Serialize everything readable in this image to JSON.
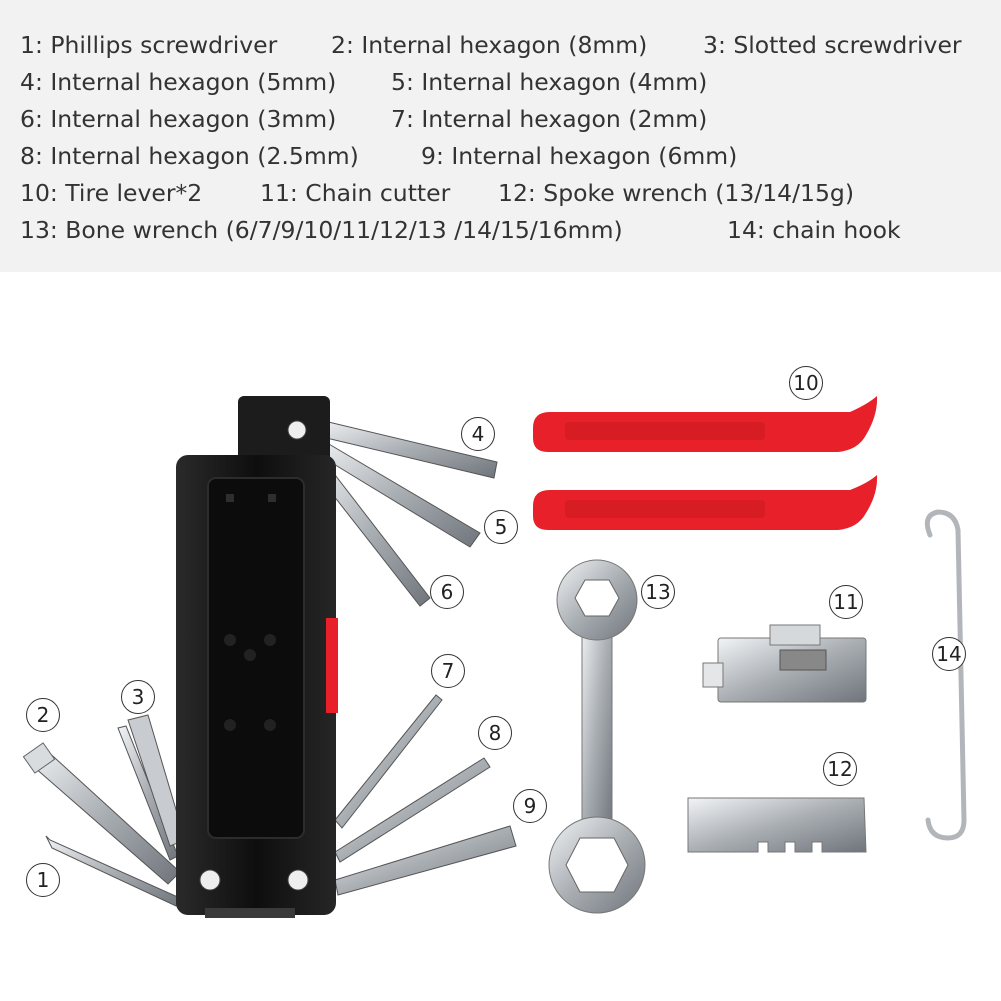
{
  "legend": {
    "rows": [
      [
        "1: Phillips screwdriver",
        "2: Internal hexagon (8mm)",
        "3: Slotted screwdriver"
      ],
      [
        "4: Internal hexagon (5mm)",
        "5: Internal hexagon (4mm)"
      ],
      [
        "6: Internal hexagon (3mm)",
        "7: Internal hexagon (2mm)"
      ],
      [
        "8: Internal hexagon (2.5mm)",
        "9: Internal hexagon (6mm)"
      ],
      [
        "10: Tire lever*2",
        "11: Chain cutter",
        "12: Spoke wrench (13/14/15g)"
      ],
      [
        "13: Bone wrench (6/7/9/10/11/12/13 /14/15/16mm)",
        "14: chain hook"
      ]
    ]
  },
  "callouts": [
    "1",
    "2",
    "3",
    "4",
    "5",
    "6",
    "7",
    "8",
    "9",
    "10",
    "11",
    "12",
    "13",
    "14"
  ],
  "colors": {
    "legend_background": "#f2f2f2",
    "tire_lever": "#e8202a",
    "tool_body": "#161616",
    "metal": "#b8bcc0"
  }
}
